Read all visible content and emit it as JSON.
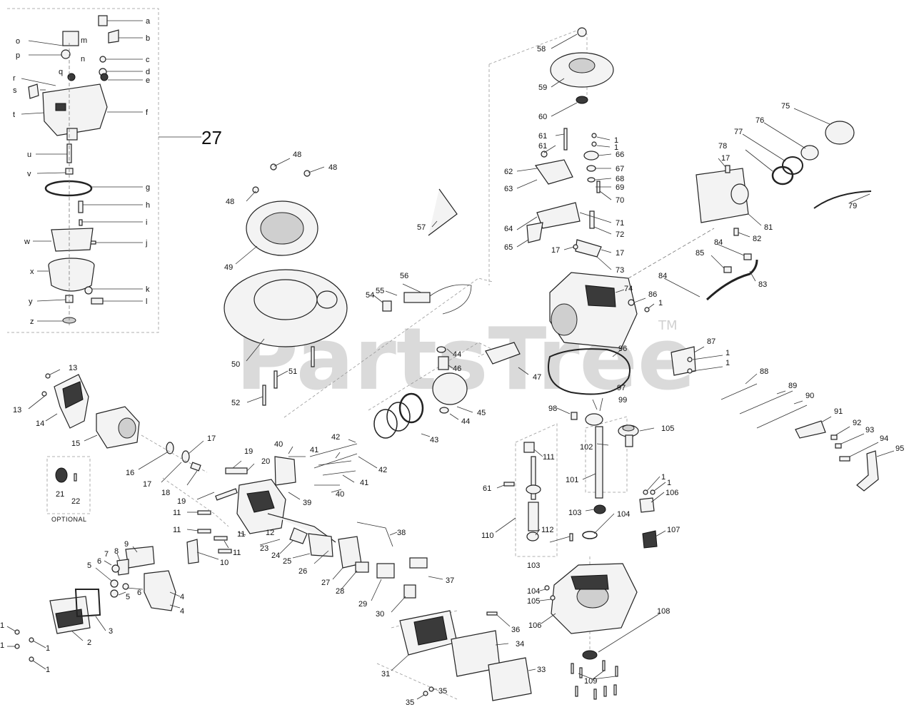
{
  "watermark": {
    "text": "PartsTree",
    "tm": "TM"
  },
  "assembly_label": "27",
  "optional_label": "OPTIONAL",
  "callouts": {
    "a": "a",
    "b": "b",
    "c": "c",
    "d": "d",
    "e": "e",
    "f": "f",
    "g": "g",
    "h": "h",
    "i": "i",
    "j": "j",
    "k": "k",
    "l": "l",
    "m": "m",
    "n": "n",
    "o": "o",
    "p": "p",
    "q": "q",
    "r": "r",
    "s": "s",
    "t": "t",
    "u": "u",
    "v": "v",
    "w": "w",
    "x": "x",
    "y": "y",
    "z": "z",
    "n1": "1",
    "n2": "2",
    "n3": "3",
    "n4": "4",
    "n5": "5",
    "n6": "6",
    "n7": "7",
    "n8": "8",
    "n9": "9",
    "n10": "10",
    "n11": "11",
    "n12": "12",
    "n13": "13",
    "n14": "14",
    "n15": "15",
    "n16": "16",
    "n17": "17",
    "n18": "18",
    "n19": "19",
    "n20": "20",
    "n21": "21",
    "n22": "22",
    "n23": "23",
    "n24": "24",
    "n25": "25",
    "n26": "26",
    "n27": "27",
    "n28": "28",
    "n29": "29",
    "n30": "30",
    "n31": "31",
    "n33": "33",
    "n34": "34",
    "n35": "35",
    "n36": "36",
    "n37": "37",
    "n38": "38",
    "n39": "39",
    "n40": "40",
    "n41": "41",
    "n42": "42",
    "n43": "43",
    "n44": "44",
    "n45": "45",
    "n46": "46",
    "n47": "47",
    "n48": "48",
    "n49": "49",
    "n50": "50",
    "n51": "51",
    "n52": "52",
    "n54": "54",
    "n55": "55",
    "n56": "56",
    "n57": "57",
    "n58": "58",
    "n59": "59",
    "n60": "60",
    "n61": "61",
    "n62": "62",
    "n63": "63",
    "n64": "64",
    "n65": "65",
    "n66": "66",
    "n67": "67",
    "n68": "68",
    "n69": "69",
    "n70": "70",
    "n71": "71",
    "n72": "72",
    "n73": "73",
    "n74": "74",
    "n75": "75",
    "n76": "76",
    "n77": "77",
    "n78": "78",
    "n79": "79",
    "n81": "81",
    "n82": "82",
    "n83": "83",
    "n84": "84",
    "n85": "85",
    "n86": "86",
    "n87": "87",
    "n88": "88",
    "n89": "89",
    "n90": "90",
    "n91": "91",
    "n92": "92",
    "n93": "93",
    "n94": "94",
    "n95": "95",
    "n96": "96",
    "n97": "97",
    "n98": "98",
    "n99": "99",
    "n101": "101",
    "n102": "102",
    "n103": "103",
    "n104": "104",
    "n105": "105",
    "n106": "106",
    "n107": "107",
    "n108": "108",
    "n109": "109",
    "n110": "110",
    "n111": "111",
    "n112": "112"
  }
}
